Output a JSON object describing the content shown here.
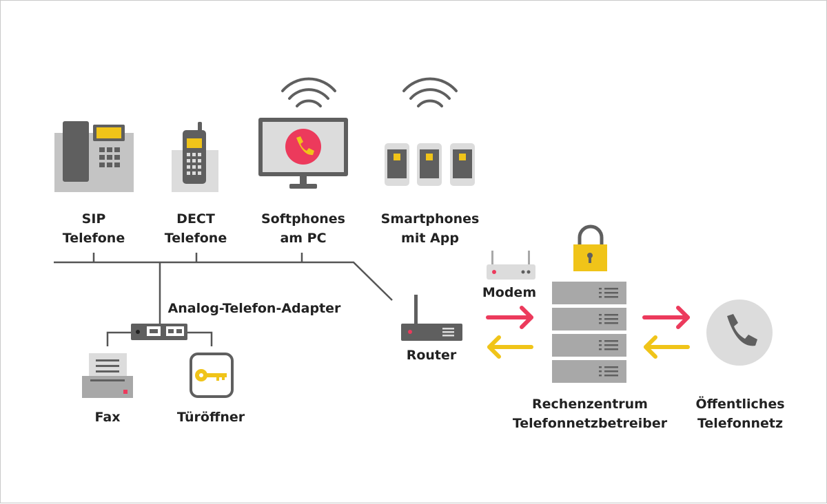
{
  "colors": {
    "accent_red": "#ec3a5c",
    "accent_yellow": "#f0c419",
    "dark_gray": "#5f5f5f",
    "mid_gray": "#a8a8a8",
    "light_gray": "#dcdcdc",
    "line": "#555555"
  },
  "devices": {
    "sip": {
      "line1": "SIP",
      "line2": "Telefone",
      "icon": "desk-phone-icon"
    },
    "dect": {
      "line1": "DECT",
      "line2": "Telefone",
      "icon": "cordless-phone-icon"
    },
    "softphones": {
      "line1": "Softphones",
      "line2": "am PC",
      "icon": "monitor-softphone-icon"
    },
    "smartphones": {
      "line1": "Smartphones",
      "line2": "mit App",
      "icon": "smartphones-icon"
    }
  },
  "adapter": {
    "label": "Analog-Telefon-Adapter",
    "icon": "analog-adapter-icon"
  },
  "fax": {
    "label": "Fax",
    "icon": "fax-icon"
  },
  "door": {
    "label": "Türöffner",
    "icon": "door-opener-key-icon"
  },
  "router": {
    "label": "Router",
    "icon": "router-icon"
  },
  "modem": {
    "label": "Modem",
    "icon": "modem-icon"
  },
  "datacenter": {
    "line1": "Rechenzentrum",
    "line2": "Telefonnetzbetreiber",
    "icon": "server-rack-icon",
    "lock_icon": "padlock-icon"
  },
  "public_network": {
    "line1": "Öffentliches",
    "line2": "Telefonnetz",
    "icon": "phone-handset-circle-icon"
  }
}
